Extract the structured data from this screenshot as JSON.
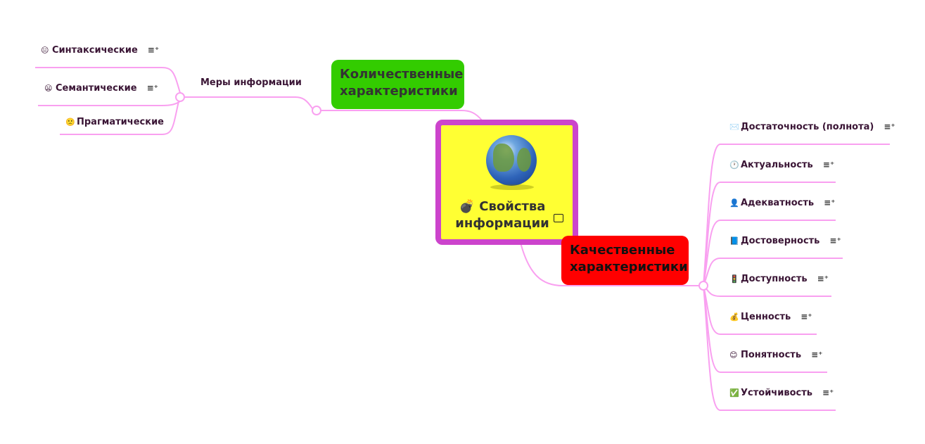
{
  "root": {
    "icon": "bomb-icon",
    "emoji": "💣",
    "title": "Свойства информации",
    "image_icon": "image-icon"
  },
  "quantitative": {
    "label": "Количественные характеристики",
    "color": "#33cc00"
  },
  "measures": {
    "label": "Меры информации",
    "items": [
      {
        "emoji": "😐",
        "label": "Синтаксические",
        "has_note": true
      },
      {
        "emoji": "😦",
        "label": "Семантические",
        "has_note": true
      },
      {
        "emoji": "🙁",
        "label": "Прагматические",
        "has_note": false
      }
    ]
  },
  "qualitative": {
    "label": "Качественные характеристики",
    "color": "#ff0000",
    "items": [
      {
        "emoji": "✉️",
        "label": "Достаточность (полнота)"
      },
      {
        "emoji": "🕐",
        "label": "Актуальность"
      },
      {
        "emoji": "👤",
        "label": "Адекватность"
      },
      {
        "emoji": "📘",
        "label": "Достоверность"
      },
      {
        "emoji": "🚦",
        "label": "Доступность"
      },
      {
        "emoji": "💰",
        "label": "Ценность"
      },
      {
        "emoji": "😊",
        "label": "Понятность"
      },
      {
        "emoji": "✅",
        "label": "Устойчивость"
      }
    ]
  },
  "note_glyph": "≡⁺",
  "colors": {
    "link": "#f9a0f0",
    "root_border": "#cc44cc",
    "root_fill": "#ffff33"
  }
}
